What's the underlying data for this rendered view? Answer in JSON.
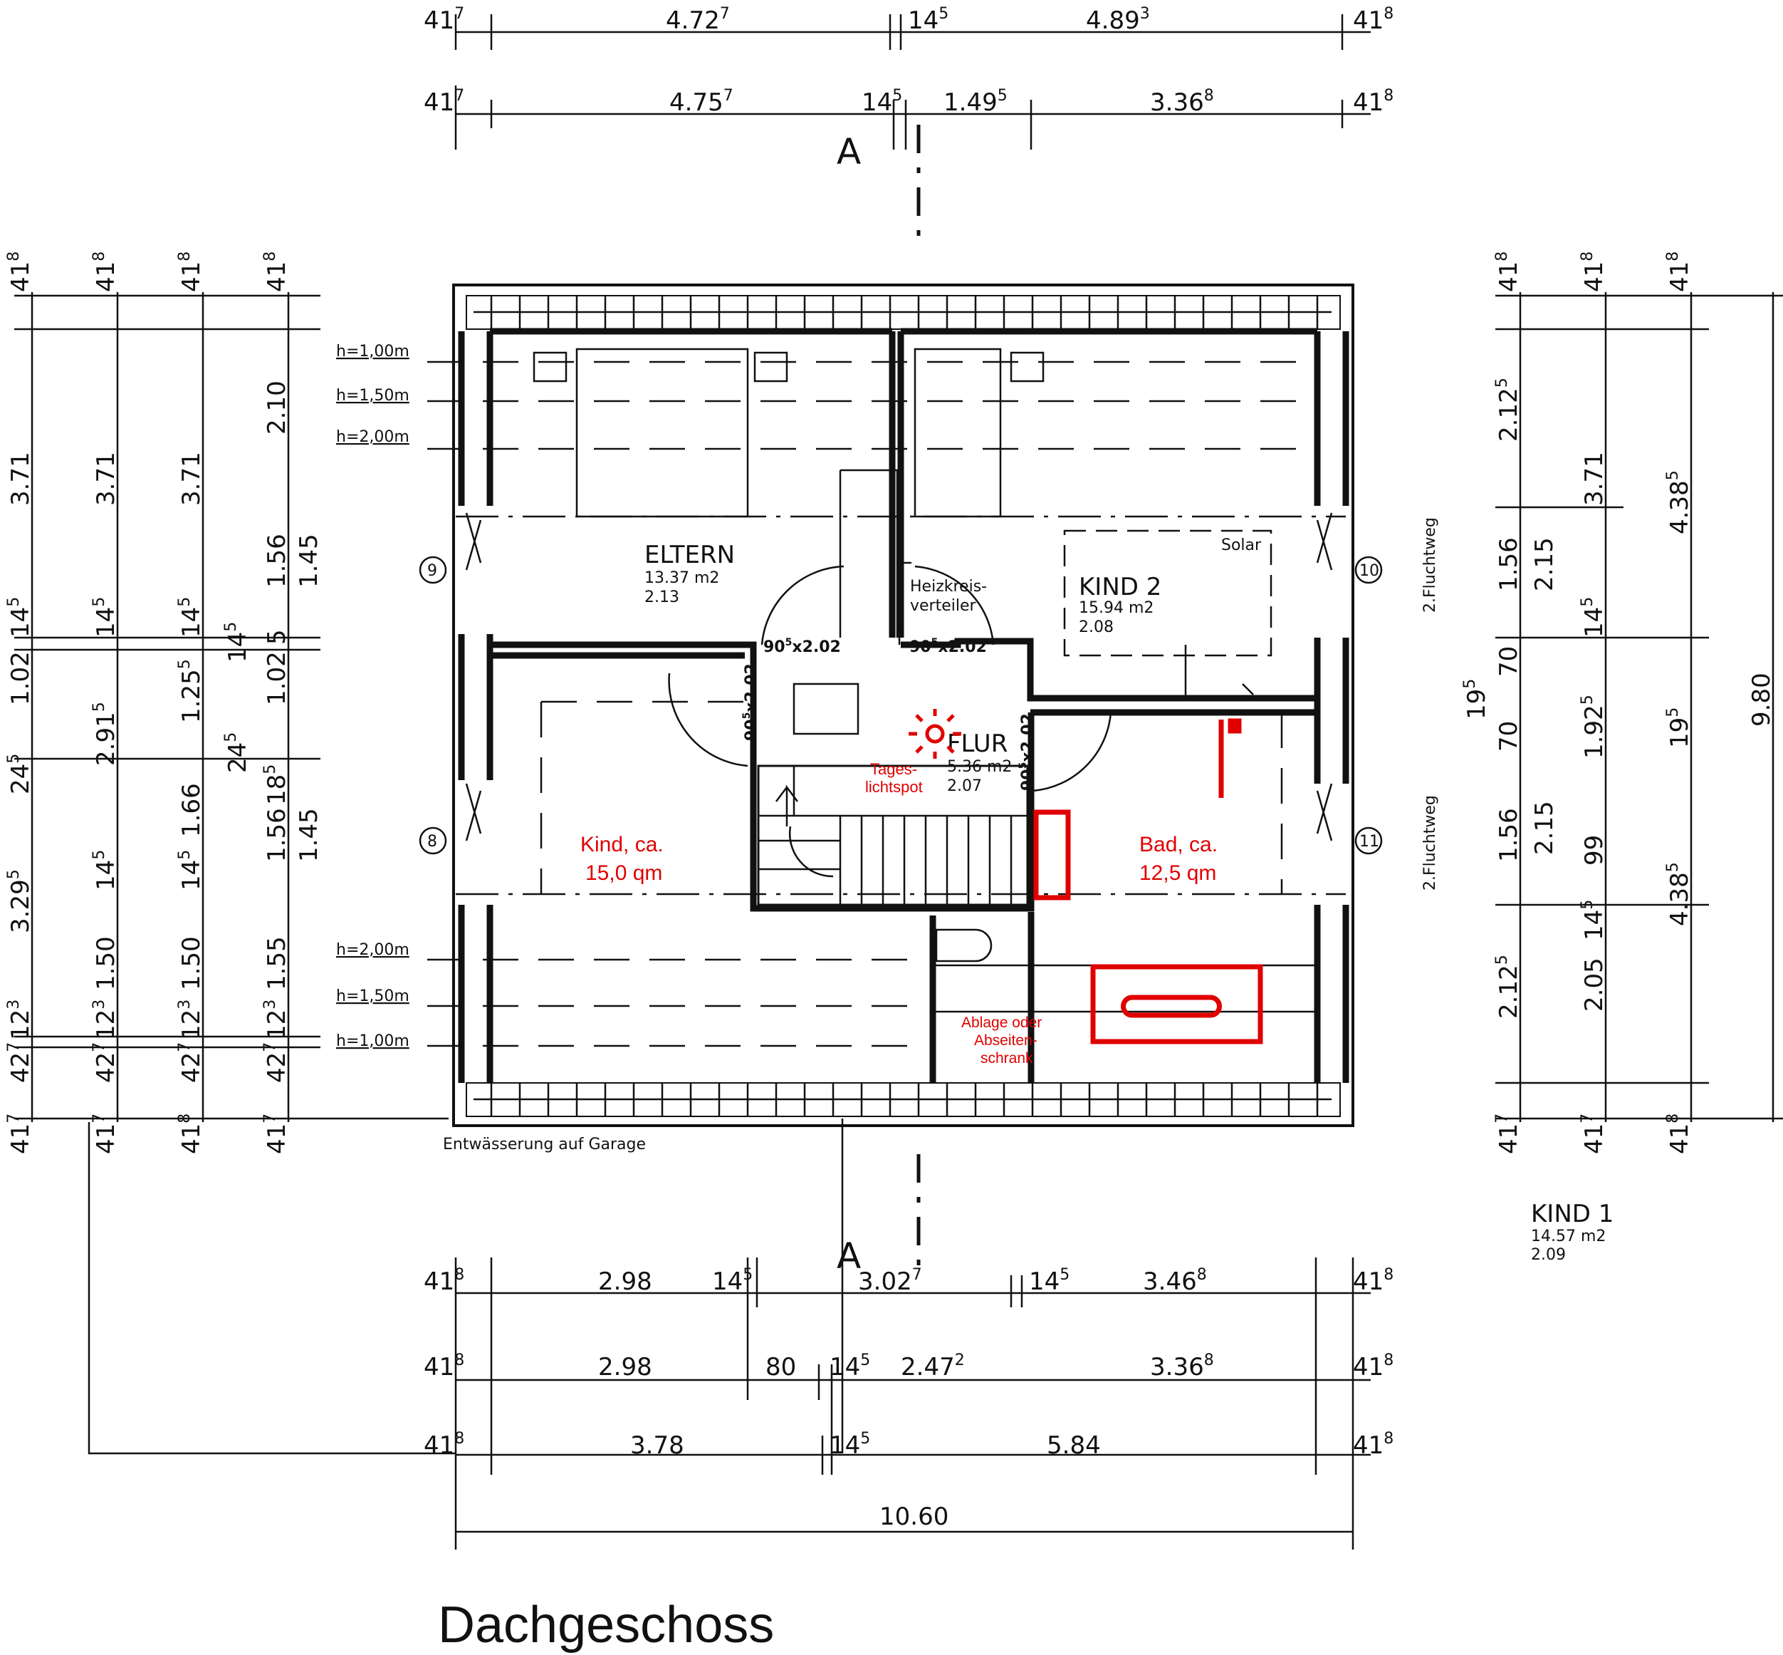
{
  "title": "Dachgeschoss",
  "section_marker": "A",
  "top_dims": {
    "row1": [
      "41",
      "4.72",
      "14",
      "4.89",
      "41"
    ],
    "row1_sup": [
      "7",
      "7",
      "5",
      "3",
      "8"
    ],
    "row2": [
      "41",
      "4.75",
      "14",
      "1.49",
      "3.36",
      "41"
    ],
    "row2_sup": [
      "7",
      "7",
      "5",
      "5",
      "8",
      "8"
    ]
  },
  "bottom_dims": {
    "row1": [
      "41",
      "2.98",
      "14",
      "3.02",
      "14",
      "3.46",
      "41"
    ],
    "row1_sup": [
      "8",
      "",
      "5",
      "7",
      "5",
      "8",
      "8"
    ],
    "row2": [
      "41",
      "2.98",
      "80",
      "14",
      "2.47",
      "3.36",
      "41"
    ],
    "row2_sup": [
      "8",
      "",
      "",
      "5",
      "2",
      "8",
      "8"
    ],
    "row3": [
      "41",
      "3.78",
      "14",
      "5.84",
      "41"
    ],
    "row3_sup": [
      "8",
      "",
      "5",
      "",
      "8"
    ],
    "overall": "10.60"
  },
  "left_dims": {
    "col1": [
      "41",
      "3.71",
      "14",
      "1.02",
      "24",
      "3.29",
      "12",
      "42",
      "41"
    ],
    "col1_sup": [
      "8",
      "",
      "5",
      "",
      "5",
      "5",
      "3",
      "7",
      "7"
    ],
    "col2": [
      "41",
      "3.71",
      "14",
      "2.91",
      "14",
      "1.50",
      "12",
      "42",
      "41"
    ],
    "col2_sup": [
      "8",
      "",
      "5",
      "5",
      "5",
      "",
      "3",
      "7",
      "7"
    ],
    "col3": [
      "41",
      "3.71",
      "14",
      "1.25",
      "1.66",
      "14",
      "1.50",
      "12",
      "42",
      "41"
    ],
    "col3_sup": [
      "8",
      "",
      "5",
      "5",
      "",
      "5",
      "",
      "3",
      "7",
      "8"
    ],
    "col4": [
      "41",
      "2.10",
      "1.56",
      "14",
      "24",
      "18",
      "1.56",
      "1.55",
      "12",
      "42",
      "41"
    ],
    "col4_sup": [
      "8",
      "",
      "",
      "5",
      "5",
      "5",
      "",
      "",
      "3",
      "7",
      "7"
    ],
    "col5": [
      "1.45",
      "5",
      "1.02",
      "1.45"
    ]
  },
  "right_dims": {
    "col1": [
      "41",
      "2.12",
      "1.56",
      "70",
      "19",
      "70",
      "1.56",
      "2.12",
      "41"
    ],
    "col1_sup": [
      "8",
      "5",
      "",
      "",
      "5",
      "",
      "",
      "5",
      "7"
    ],
    "col2": [
      "2.15",
      "2.15"
    ],
    "col3": [
      "41",
      "3.71",
      "14",
      "1.92",
      "99",
      "14",
      "2.05",
      "41"
    ],
    "col3_sup": [
      "8",
      "",
      "5",
      "5",
      "",
      "5",
      "",
      "7"
    ],
    "col4": [
      "41",
      "4.38",
      "19",
      "4.38",
      "41"
    ],
    "col4_sup": [
      "8",
      "5",
      "5",
      "5",
      "8"
    ],
    "overall": "9.80"
  },
  "heights": {
    "top": [
      "h=1,00m",
      "h=1,50m",
      "h=2,00m"
    ],
    "bottom": [
      "h=2,00m",
      "h=1,50m",
      "h=1,00m"
    ]
  },
  "rooms": {
    "eltern": {
      "name": "ELTERN",
      "area": "13.37 m2",
      "height": "2.13"
    },
    "kind2": {
      "name": "KIND 2",
      "area": "15.94 m2",
      "height": "2.08",
      "note": "Solar"
    },
    "flur": {
      "name": "FLUR",
      "area": "5.36 m2",
      "height": "2.07"
    },
    "kind1": {
      "name": "KIND 1",
      "area": "14.57 m2",
      "height": "2.09"
    }
  },
  "doors": {
    "d1": "90",
    "d1_sup": "5",
    "d1_rest": "x2.02",
    "d2": "90",
    "d2_sup": "5",
    "d2_rest": "x2.02",
    "d3": "90",
    "d3_sup": "5",
    "d3_rest": "x2.02",
    "d4": "90",
    "d4_sup": "5",
    "d4_rest": "x2.02"
  },
  "labels": {
    "heizkreis_1": "Heizkreis-",
    "heizkreis_2": "verteiler",
    "fluchtweg_1": "2.Fluchtweg",
    "fluchtweg_2": "2.Fluchtweg",
    "entwaesserung": "Entwässerung auf Garage"
  },
  "axes": [
    "9",
    "10",
    "8",
    "11"
  ],
  "annotations": {
    "kind_line1": "Kind, ca.",
    "kind_line2": "15,0 qm",
    "bad_line1": "Bad, ca.",
    "bad_line2": "12,5 qm",
    "spot_line1": "Tages-",
    "spot_line2": "lichtspot",
    "ablage_line1": "Ablage oder",
    "ablage_line2": "Abseiten-",
    "ablage_line3": "schrank"
  },
  "colors": {
    "annotation": "#e00000",
    "line": "#111111"
  }
}
